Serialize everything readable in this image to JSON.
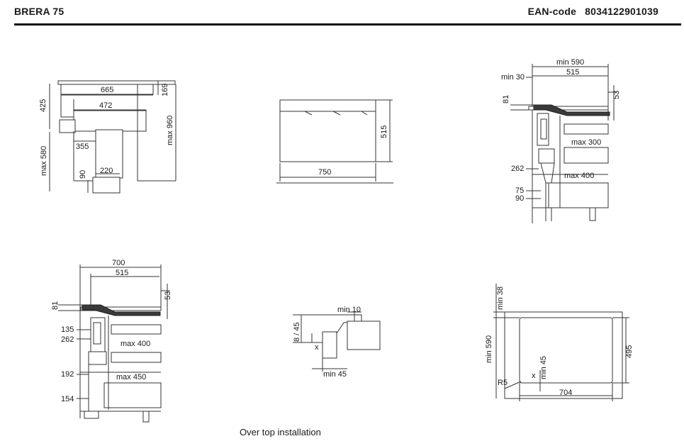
{
  "header": {
    "model": "BRERA 75",
    "ean_label": "EAN-code",
    "ean_value": "8034122901039"
  },
  "caption": "Over top installation",
  "views": {
    "front_section": {
      "dims": [
        "665",
        "472",
        "425",
        "169",
        "max 960",
        "355",
        "max 580",
        "90",
        "220"
      ]
    },
    "top_view": {
      "dims": [
        "515",
        "750"
      ]
    },
    "side_section_top": {
      "dims": [
        "min 590",
        "min 30",
        "515",
        "53",
        "81",
        "max 300",
        "262",
        "max 400",
        "75",
        "90"
      ]
    },
    "side_section_bottom": {
      "dims": [
        "700",
        "515",
        "53",
        "81",
        "135",
        "262",
        "max 400",
        "192",
        "max 450",
        "154"
      ]
    },
    "detail_flush": {
      "dims": [
        "min 10",
        "8 / 45",
        "x",
        "min 45"
      ]
    },
    "cutout_plan": {
      "dims": [
        "min 38",
        "min 590",
        "495",
        "R5",
        "x",
        "min 45",
        "704"
      ]
    }
  }
}
